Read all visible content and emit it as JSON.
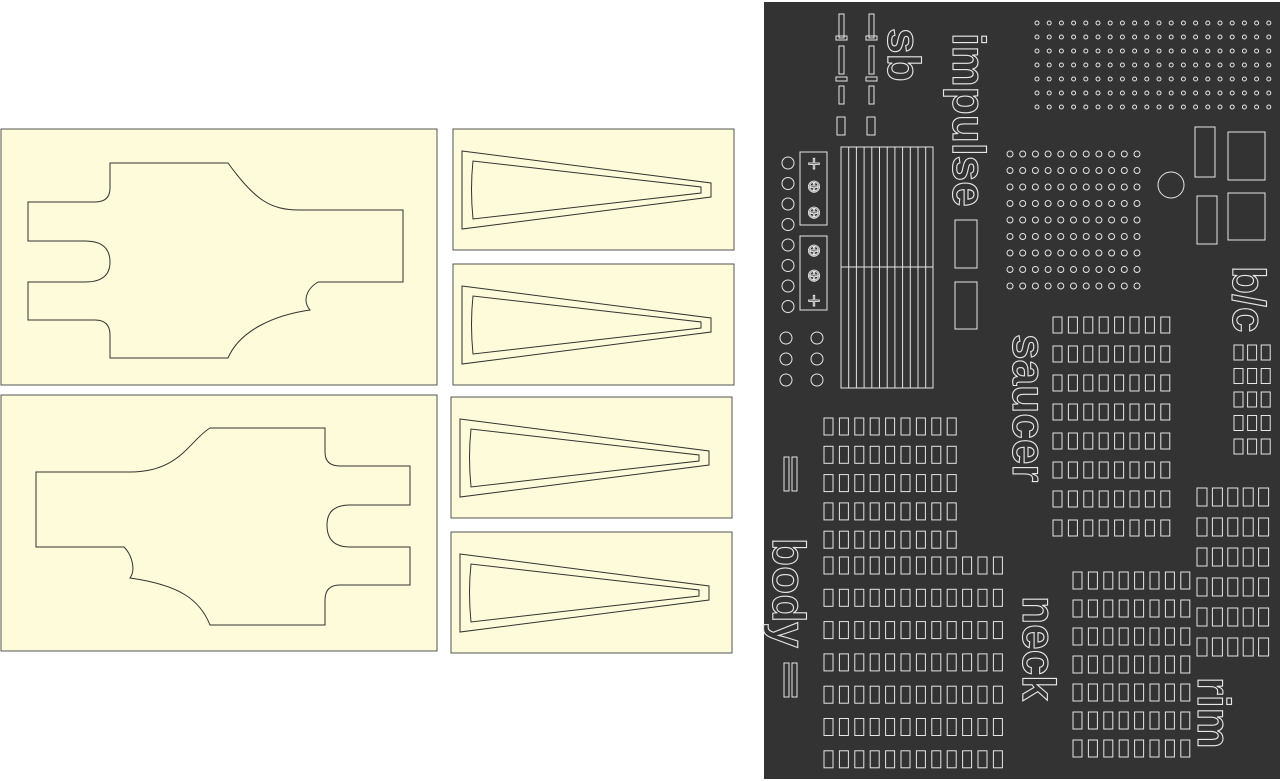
{
  "colors": {
    "sheet_fill": "#fdfbd9",
    "sheet_stroke": "#555555",
    "part_stroke": "#333333",
    "board_fill": "#333333",
    "cut_stroke": "#e6e6e6"
  },
  "labels": {
    "sb": "sb",
    "impulse": "impulse",
    "bc": "b/c",
    "saucer": "saucer",
    "neck": "neck",
    "rim": "rim",
    "body": "body"
  },
  "symbols": {
    "plus": "+",
    "plus_circle": "⊕"
  }
}
